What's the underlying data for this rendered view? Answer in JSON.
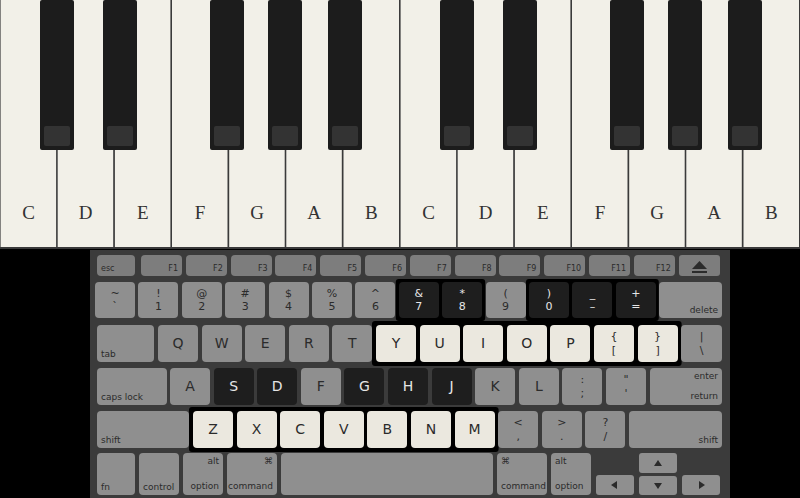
{
  "diagram": {
    "nodes": [
      {
        "text": [
          "C"
        ]
      },
      {
        "text": [
          "D"
        ]
      },
      {
        "text": [
          "E"
        ]
      },
      {
        "text": [
          "F"
        ]
      },
      {
        "text": [
          "G"
        ]
      },
      {
        "text": [
          "A"
        ]
      },
      {
        "text": [
          "B"
        ]
      },
      {
        "text": [
          "C"
        ]
      },
      {
        "text": [
          "D"
        ]
      },
      {
        "text": [
          "E"
        ]
      },
      {
        "text": [
          "F"
        ]
      },
      {
        "text": [
          "G"
        ]
      },
      {
        "text": [
          "A"
        ]
      },
      {
        "text": [
          "B"
        ]
      },
      {
        "text": [
          "esc"
        ]
      },
      {
        "text": [
          "F1"
        ]
      },
      {
        "text": [
          "F2"
        ]
      },
      {
        "text": [
          "F3"
        ]
      },
      {
        "text": [
          "F4"
        ]
      },
      {
        "text": [
          "F5"
        ]
      },
      {
        "text": [
          "F6"
        ]
      },
      {
        "text": [
          "F7"
        ]
      },
      {
        "text": [
          "F8"
        ]
      },
      {
        "text": [
          "F9"
        ]
      },
      {
        "text": [
          "F10"
        ]
      },
      {
        "text": [
          "F11"
        ]
      },
      {
        "text": [
          "F12"
        ]
      },
      {
        "text": [
          "~",
          "`"
        ]
      },
      {
        "text": [
          "!",
          "1"
        ]
      },
      {
        "text": [
          "@",
          "2"
        ]
      },
      {
        "text": [
          "#",
          "3"
        ]
      },
      {
        "text": [
          "$",
          "4"
        ]
      },
      {
        "text": [
          "%",
          "5"
        ]
      },
      {
        "text": [
          "^",
          "6"
        ]
      },
      {
        "text": [
          "&",
          "7"
        ]
      },
      {
        "text": [
          "*",
          "8"
        ]
      },
      {
        "text": [
          "(",
          "9"
        ]
      },
      {
        "text": [
          ")",
          "0"
        ]
      },
      {
        "text": [
          "_",
          "–"
        ]
      },
      {
        "text": [
          "+",
          "="
        ]
      },
      {
        "text": [
          "delete"
        ]
      },
      {
        "text": [
          "tab"
        ]
      },
      {
        "text": [
          "Q"
        ]
      },
      {
        "text": [
          "W"
        ]
      },
      {
        "text": [
          "E"
        ]
      },
      {
        "text": [
          "R"
        ]
      },
      {
        "text": [
          "T"
        ]
      },
      {
        "text": [
          "Y"
        ]
      },
      {
        "text": [
          "U"
        ]
      },
      {
        "text": [
          "I"
        ]
      },
      {
        "text": [
          "O"
        ]
      },
      {
        "text": [
          "P"
        ]
      },
      {
        "text": [
          "{",
          "["
        ]
      },
      {
        "text": [
          "}",
          "]"
        ]
      },
      {
        "text": [
          "|",
          "\\"
        ]
      },
      {
        "text": [
          "caps lock"
        ]
      },
      {
        "text": [
          "A"
        ]
      },
      {
        "text": [
          "S"
        ]
      },
      {
        "text": [
          "D"
        ]
      },
      {
        "text": [
          "F"
        ]
      },
      {
        "text": [
          "G"
        ]
      },
      {
        "text": [
          "H"
        ]
      },
      {
        "text": [
          "J"
        ]
      },
      {
        "text": [
          "K"
        ]
      },
      {
        "text": [
          "L"
        ]
      },
      {
        "text": [
          ":",
          ";"
        ]
      },
      {
        "text": [
          "\"",
          "'"
        ]
      },
      {
        "text": [
          "enter",
          "return"
        ]
      },
      {
        "text": [
          "shift"
        ]
      },
      {
        "text": [
          "Z"
        ]
      },
      {
        "text": [
          "X"
        ]
      },
      {
        "text": [
          "C"
        ]
      },
      {
        "text": [
          "V"
        ]
      },
      {
        "text": [
          "B"
        ]
      },
      {
        "text": [
          "N"
        ]
      },
      {
        "text": [
          "M"
        ]
      },
      {
        "text": [
          "<",
          ","
        ]
      },
      {
        "text": [
          ">",
          "."
        ]
      },
      {
        "text": [
          "?",
          "/"
        ]
      },
      {
        "text": [
          "shift"
        ]
      },
      {
        "text": [
          "fn"
        ]
      },
      {
        "text": [
          "control"
        ]
      },
      {
        "text": [
          "alt",
          "option"
        ]
      },
      {
        "text": [
          "⌘",
          "command"
        ]
      },
      {
        "text": [
          "⌘",
          "command"
        ]
      },
      {
        "text": [
          "alt",
          "option"
        ]
      }
    ]
  }
}
